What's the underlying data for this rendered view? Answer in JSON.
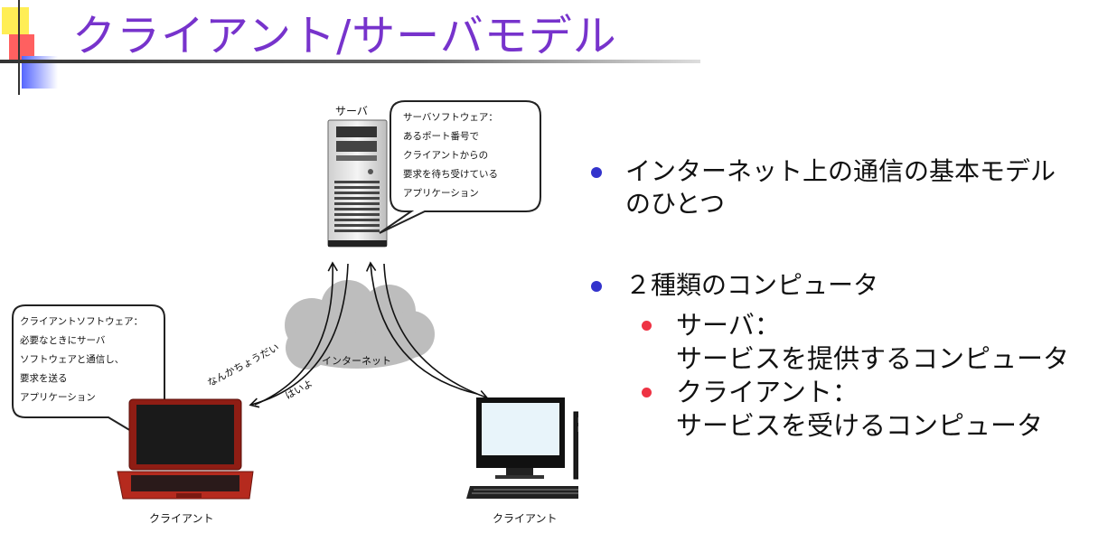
{
  "slide": {
    "title": "クライアント/サーバモデル"
  },
  "diagram": {
    "server_label": "サーバ",
    "server_bubble": [
      "サーバソフトウェア：",
      "あるポート番号で",
      "クライアントからの",
      "要求を待ち受けている",
      "アプリケーション"
    ],
    "client_bubble": [
      "クライアントソフトウェア：",
      "必要なときにサーバ",
      "ソフトウェアと通信し、",
      "要求を送る",
      "アプリケーション"
    ],
    "cloud_label": "インターネット",
    "request_label": "なんかちょうだい",
    "response_label": "はいよ",
    "client_laptop_label": "クライアント",
    "client_desktop_label": "クライアント"
  },
  "bullets": [
    {
      "text_lines": [
        "インターネット上の通信の基本モデル",
        "のひとつ"
      ],
      "sub": []
    },
    {
      "text_lines": [
        "２種類のコンピュータ"
      ],
      "sub": [
        {
          "lines": [
            "サーバ：",
            "サービスを提供するコンピュータ"
          ]
        },
        {
          "lines": [
            "クライアント：",
            "サービスを受けるコンピュータ"
          ]
        }
      ]
    }
  ],
  "colors": {
    "title": "#7733cc",
    "bullet_primary": "#3333cc",
    "bullet_secondary": "#ee3344",
    "cloud": "#bdbdbd",
    "laptop_body": "#b52a1e"
  }
}
